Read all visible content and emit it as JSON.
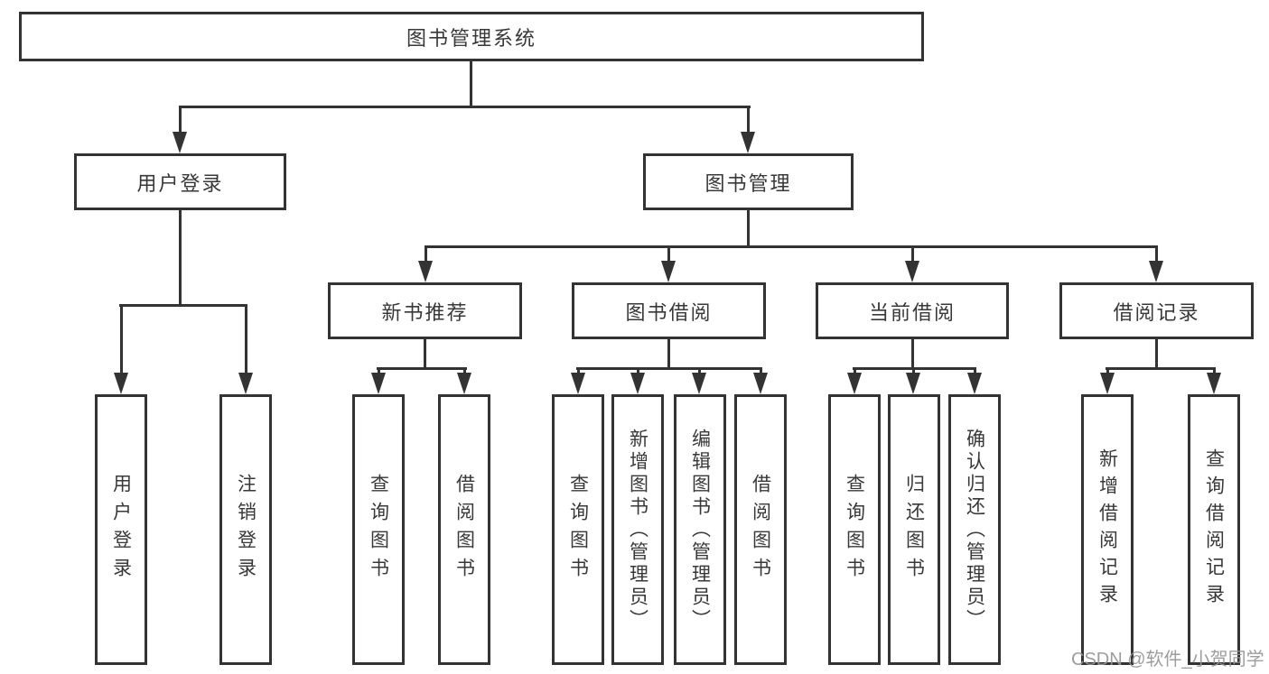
{
  "nodes": {
    "root": "图书管理系统",
    "level2": [
      "用户登录",
      "图书管理"
    ],
    "level3": [
      "新书推荐",
      "图书借阅",
      "当前借阅",
      "借阅记录"
    ],
    "login": [
      "用户登录",
      "注销登录"
    ],
    "recommend": [
      "查询图书",
      "借阅图书"
    ],
    "borrow": [
      "查询图书",
      "新增图书（管理员）",
      "编辑图书（管理员）",
      "借阅图书"
    ],
    "current": [
      "查询图书",
      "归还图书",
      "确认归还（管理员）"
    ],
    "records": [
      "新增借阅记录",
      "查询借阅记录"
    ]
  },
  "watermark": "CSDN @软件_小贺同学",
  "colors": {
    "line": "#333333",
    "box_border": "#333333",
    "text": "#383838",
    "watermark": "#959595",
    "background": "#ffffff"
  }
}
